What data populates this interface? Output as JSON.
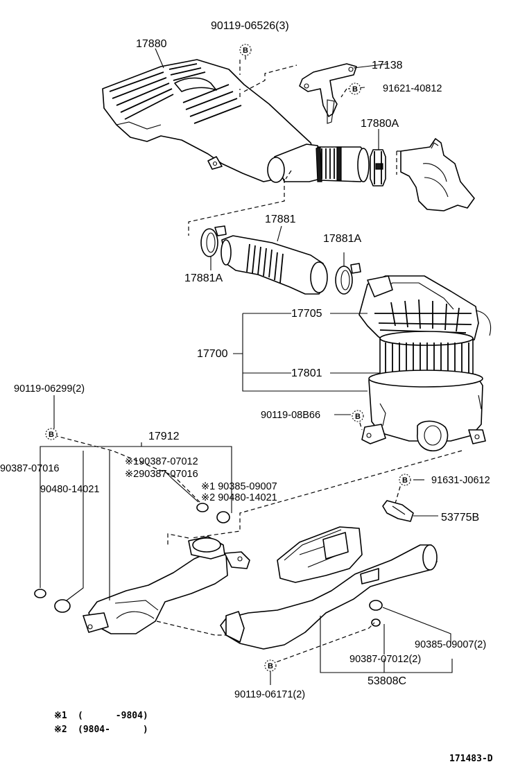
{
  "diagram_title": "",
  "drawing_code": "171483-D",
  "bolt_marker": "B",
  "labels": {
    "p17880": "17880",
    "p90119_06526": "90119-06526(3)",
    "p17138": "17138",
    "p91621_40812": "91621-40812",
    "p17880A": "17880A",
    "p17881": "17881",
    "p17881A_right": "17881A",
    "p17881A_left": "17881A",
    "p17705": "17705",
    "p17700": "17700",
    "p17801": "17801",
    "p90119_08B66": "90119-08B66",
    "p90119_06299": "90119-06299(2)",
    "p17912": "17912",
    "p90387_07016": "90387-07016",
    "p90480_14021": "90480-14021",
    "p_x1_90387_07012": "※190387-07012",
    "p_x2_90387_07016": "※290387-07016",
    "p_x1_90385_09007": "※1 90385-09007",
    "p_x2_90480_14021": "※2 90480-14021",
    "p91631_J0612": "91631-J0612",
    "p53775B": "53775B",
    "p90385_09007_2": "90385-09007(2)",
    "p90387_07012_2": "90387-07012(2)",
    "p53808C": "53808C",
    "p90119_06171": "90119-06171(2)"
  },
  "notes": [
    {
      "mark": "※1",
      "range": "(      -9804)"
    },
    {
      "mark": "※2",
      "range": "(9804-      )"
    }
  ]
}
